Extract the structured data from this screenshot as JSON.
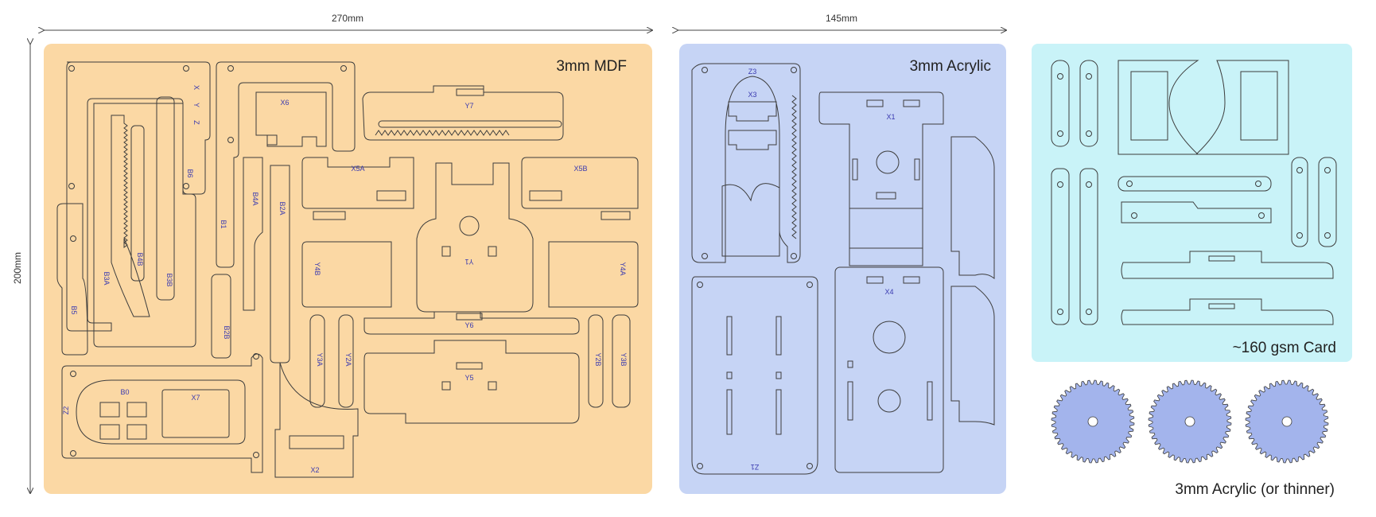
{
  "dimensions": {
    "width_label": "270mm",
    "height_label": "200mm",
    "acrylic_width_label": "145mm"
  },
  "panels": {
    "mdf": {
      "title": "3mm MDF",
      "color": "#fbd8a4"
    },
    "acrylic": {
      "title": "3mm Acrylic",
      "color": "#c6d4f5"
    },
    "card": {
      "title": "~160 gsm Card",
      "color": "#c9f3f8"
    },
    "gears": {
      "title": "3mm Acrylic (or thinner)",
      "color": "#a3b4ec"
    }
  },
  "part_labels": {
    "mdf": [
      "X6",
      "Y7",
      "X5A",
      "X5B",
      "B6",
      "B1",
      "B4A",
      "B2A",
      "B3A",
      "B4B",
      "B3B",
      "Y1",
      "Y4B",
      "Y4A",
      "B5",
      "B2B",
      "Y3A",
      "Y2A",
      "Y6",
      "Y5",
      "Y2B",
      "Y3B",
      "B0",
      "X7",
      "Z2",
      "X2",
      "X",
      "Y",
      "Z"
    ],
    "acrylic": [
      "Z3",
      "X3",
      "X1",
      "X4",
      "Z1"
    ]
  },
  "colors": {
    "line": "#3d3d3d",
    "label": "#3a3ab0",
    "gear_fill": "#a3b4ec"
  }
}
